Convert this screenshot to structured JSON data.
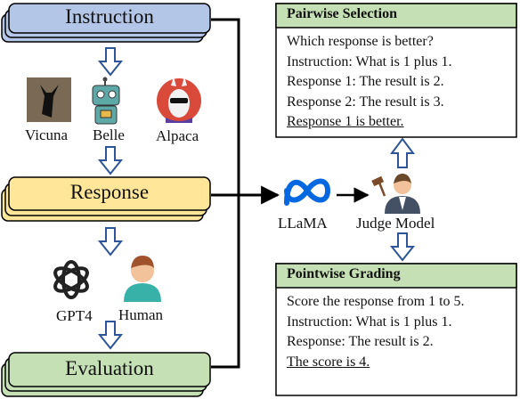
{
  "stages": {
    "instruction": "Instruction",
    "response": "Response",
    "evaluation": "Evaluation"
  },
  "models": {
    "vicuna": "Vicuna",
    "belle": "Belle",
    "alpaca": "Alpaca",
    "gpt4": "GPT4",
    "human": "Human",
    "llama": "LLaMA",
    "judge": "Judge Model"
  },
  "pairwise": {
    "title": "Pairwise Selection",
    "lines": [
      "Which response is better?",
      "Instruction: What is 1 plus 1.",
      "Response 1: The result is 2.",
      "Response 2: The result is 3.",
      "Response 1 is better."
    ]
  },
  "pointwise": {
    "title": "Pointwise Grading",
    "lines": [
      "Score the response from 1 to 5.",
      "Instruction: What is 1 plus 1.",
      "Response: The result is 2.",
      "The score is 4."
    ]
  },
  "colors": {
    "instruction_fill": "#b4c6e7",
    "response_fill": "#ffe699",
    "evaluation_fill": "#c5e0b4",
    "panel_header": "#c5e0b4",
    "arrow_outline": "#2e5597",
    "meta_blue": "#0668e1"
  }
}
